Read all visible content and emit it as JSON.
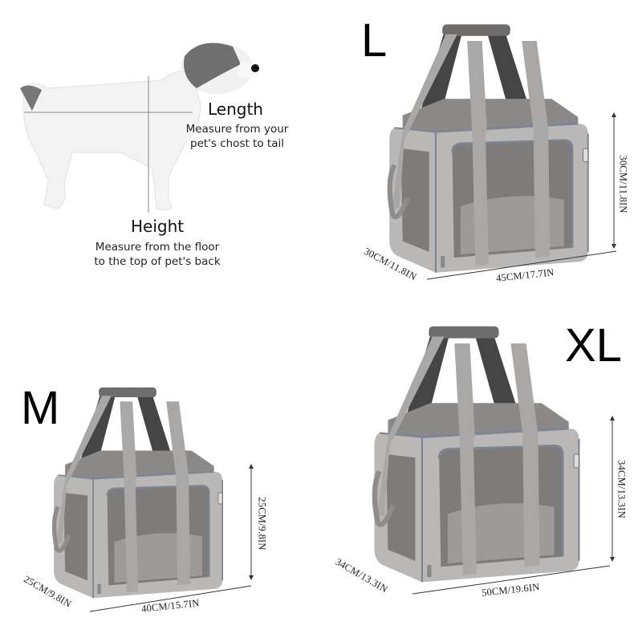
{
  "measure_guide": {
    "length": {
      "title": "Length",
      "description_line1": "Measure from your",
      "description_line2": "pet's chost to tail"
    },
    "height": {
      "title": "Height",
      "description_line1": "Measure from the floor",
      "description_line2": "to the top of pet's back"
    }
  },
  "sizes": [
    {
      "label": "L",
      "height": "30CM/11.8IN",
      "depth": "30CM/11.8IN",
      "width": "45CM/17.7IN"
    },
    {
      "label": "M",
      "height": "25CM/9.8IN",
      "depth": "25CM/9.8IN",
      "width": "40CM/15.7IN"
    },
    {
      "label": "XL",
      "height": "34CM/13.3IN",
      "depth": "34CM/13.3IN",
      "width": "50CM/19.6IN"
    }
  ],
  "colors": {
    "bag_body": "#b9b8b6",
    "bag_mesh": "#7d7c7b",
    "strap_light": "#a9a8a6",
    "strap_dark": "#454545",
    "zipper_trim": "#7c8596"
  }
}
